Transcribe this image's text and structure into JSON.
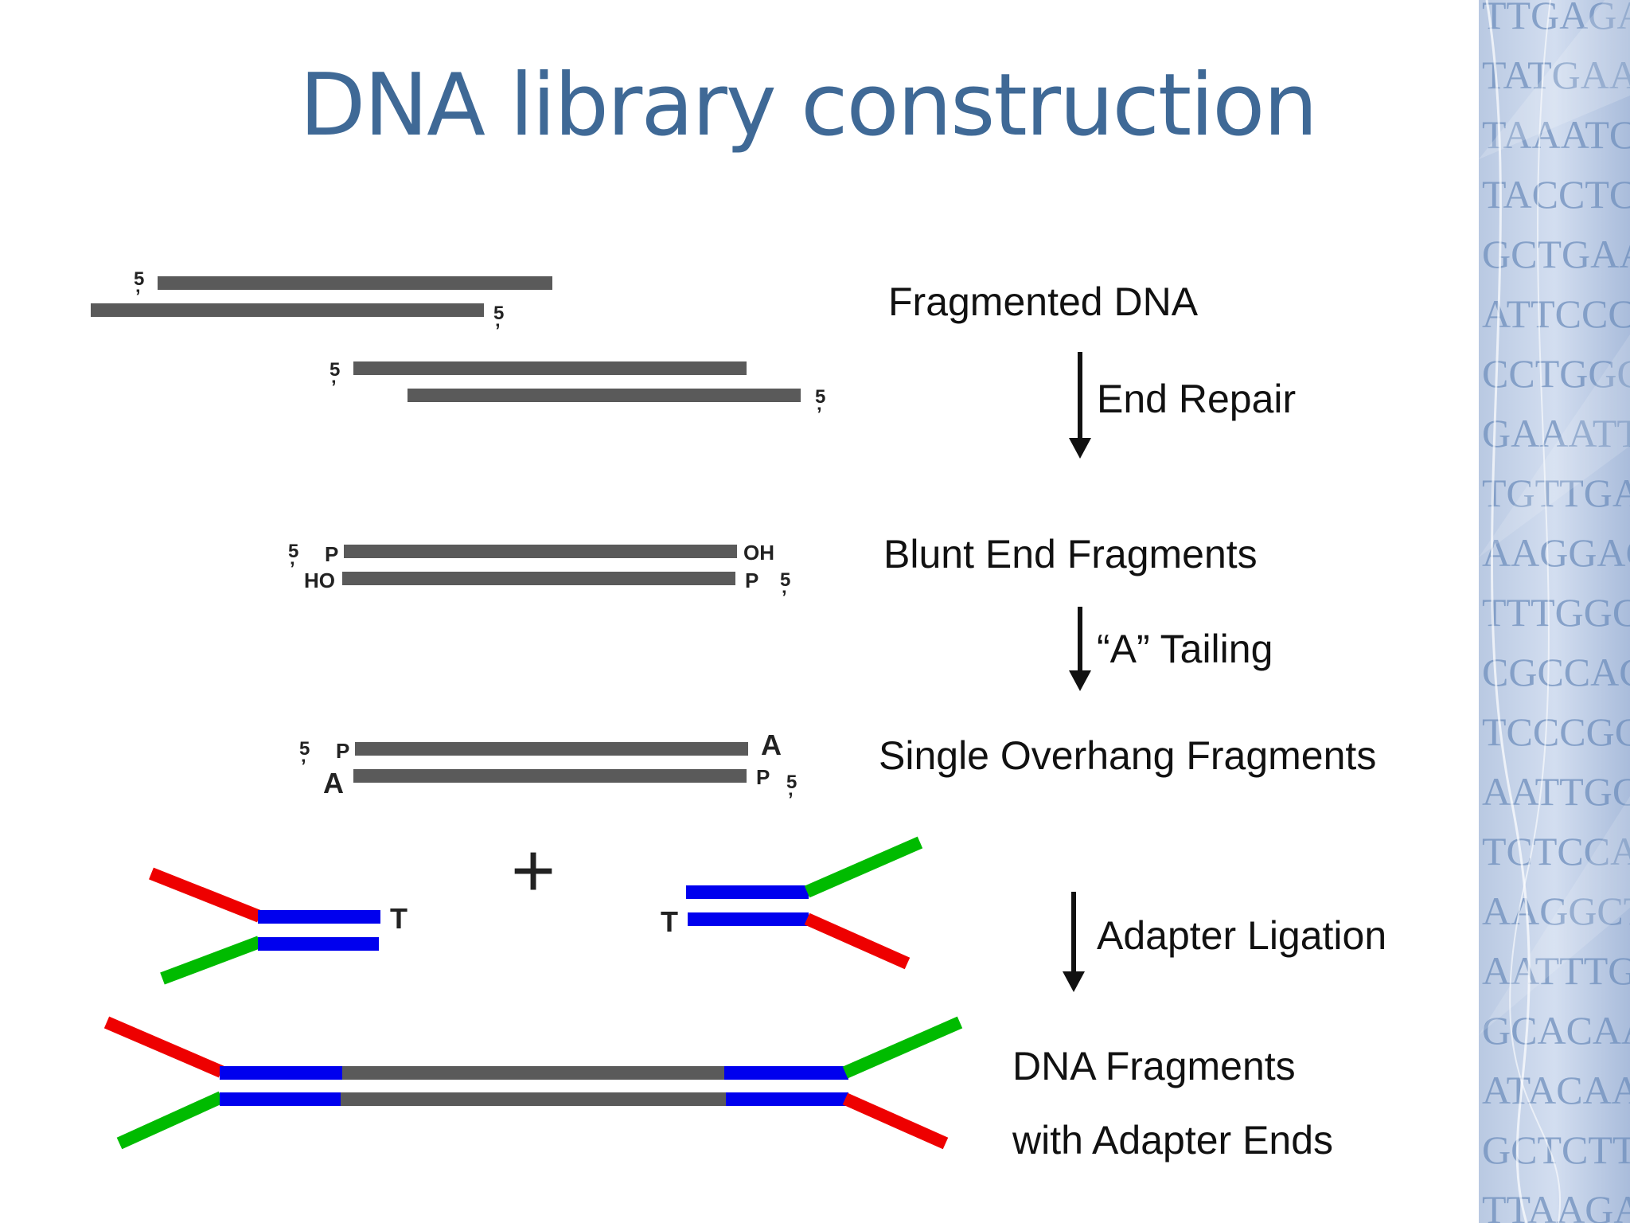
{
  "title": "DNA library construction",
  "steps": {
    "fragmented": "Fragmented DNA",
    "end_repair": "End Repair",
    "blunt": "Blunt End Fragments",
    "a_tailing": "“A” Tailing",
    "single_overhang": "Single Overhang Fragments",
    "adapter_ligation": "Adapter Ligation",
    "final_line1": "DNA Fragments",
    "final_line2": "with Adapter Ends"
  },
  "strand_labels": {
    "five_prime": "5",
    "prime_mark": "’",
    "phosphate": "P",
    "hydroxyl_right": "OH",
    "hydroxyl_left": "HO",
    "adenine": "A",
    "thymine": "T",
    "plus": "+"
  },
  "background_sequence": [
    "TTGAGAT",
    "TATGAAGC",
    "TAAATCTG",
    "TACCTCCT",
    "GCTGAAAC",
    "ATTCCCCT",
    "CCTGGGAA",
    "GAAATTA",
    "TGTTGAA",
    "AAGGAGT",
    "TTTGGGT",
    "CGCCAGG",
    "TCCCGCA",
    "AATTGCC",
    "TCTCCAG",
    "AAGGCTT",
    "AATTTGA",
    "GCACAAG",
    "ATACAAC",
    "GCTCTTT",
    "TTAAGAA"
  ],
  "colors": {
    "title": "#3f6996",
    "strand": "#5a5a5a",
    "adapter_blue": "#0000ee",
    "adapter_red": "#ee0000",
    "adapter_green": "#00bb00"
  }
}
